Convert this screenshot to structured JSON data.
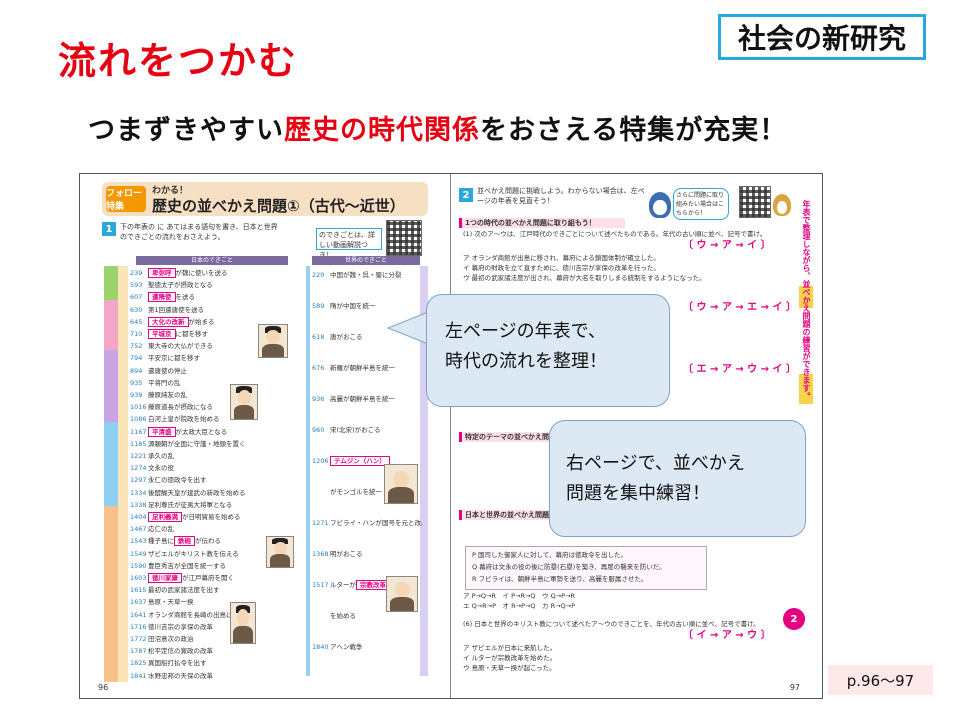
{
  "header": {
    "title": "流れをつかむ",
    "brand": "社会の新研究"
  },
  "subtitle": {
    "before": "つまずきやすい",
    "highlight": "歴史の時代関係",
    "after": "をおさえる特集が充実！"
  },
  "spread": {
    "left_page": {
      "badge": "フォロー特集",
      "kicker": "わかる！",
      "title": "歴史の並べかえ問題①（古代〜近世）",
      "section_number": "1",
      "intro": "下の年表の に あてはまる語句を書き、日本と世界のできごとの流れをおさえよう。",
      "note": "のできごとは、詳しい動画解説つき！",
      "col_japan": "日本のできごと",
      "col_world": "世界のできごと",
      "timeline": [
        {
          "year": "239",
          "text": "卑弥呼",
          "blank": true,
          "tail": "が魏に使いを送る"
        },
        {
          "year": "593",
          "text": "聖徳太子が摂政となる"
        },
        {
          "year": "607",
          "text": "遣隋使",
          "blank": true,
          "tail": "を送る"
        },
        {
          "year": "630",
          "text": "第1回遣唐使を送る"
        },
        {
          "year": "645",
          "text": "大化の改新",
          "blank": true,
          "tail": "が始まる"
        },
        {
          "year": "710",
          "text": "平城京",
          "blank": true,
          "tail": "に都を移す"
        },
        {
          "year": "752",
          "text": "東大寺の大仏ができる"
        },
        {
          "year": "794",
          "text": "平安京に都を移す"
        },
        {
          "year": "894",
          "text": "遣唐使の停止"
        },
        {
          "year": "935",
          "text": "平将門の乱"
        },
        {
          "year": "939",
          "text": "藤原純友の乱"
        },
        {
          "year": "1016",
          "text": "藤原道長が摂政になる"
        },
        {
          "year": "1086",
          "text": "白河上皇が院政を始める"
        },
        {
          "year": "1167",
          "text": "平清盛",
          "blank": true,
          "tail": "が太政大臣となる"
        },
        {
          "year": "1185",
          "text": "源頼朝が全国に守護・地頭を置く"
        },
        {
          "year": "1221",
          "text": "承久の乱"
        },
        {
          "year": "1274",
          "text": "文永の役"
        },
        {
          "year": "1297",
          "text": "永仁の徳政令を出す"
        },
        {
          "year": "1334",
          "text": "後醍醐天皇が建武の新政を始める"
        },
        {
          "year": "1338",
          "text": "足利尊氏が征夷大将軍となる"
        },
        {
          "year": "1404",
          "text": "足利義満",
          "blank": true,
          "tail": "が日明貿易を始める"
        },
        {
          "year": "1467",
          "text": "応仁の乱"
        },
        {
          "year": "1543",
          "text": "種子島に",
          "blank_word": "鉄砲",
          "tail": "が伝わる"
        },
        {
          "year": "1549",
          "text": "ザビエルがキリスト教を伝える"
        },
        {
          "year": "1590",
          "text": "豊臣秀吉が全国を統一する"
        },
        {
          "year": "1603",
          "text": "徳川家康",
          "blank": true,
          "tail": "が江戸幕府を開く"
        },
        {
          "year": "1615",
          "text": "最初の武家諸法度を出す"
        },
        {
          "year": "1637",
          "text": "島原・天草一揆"
        },
        {
          "year": "1641",
          "text": "オランダ商館を長崎の出島に移す"
        },
        {
          "year": "1716",
          "text": "徳川吉宗の享保の改革"
        },
        {
          "year": "1772",
          "text": "田沼意次の政治"
        },
        {
          "year": "1787",
          "text": "松平定信の寛政の改革"
        },
        {
          "year": "1825",
          "text": "異国船打払令を出す"
        },
        {
          "year": "1841",
          "text": "水野忠邦の天保の改革"
        }
      ],
      "world": [
        {
          "year": "220",
          "text": "中国が魏・呉・蜀に分裂"
        },
        {
          "year": "589",
          "text": "隋が中国を統一"
        },
        {
          "year": "618",
          "text": "唐がおこる"
        },
        {
          "year": "676",
          "text": "新羅が朝鮮半島を統一"
        },
        {
          "year": "936",
          "text": "高麗が朝鮮半島を統一"
        },
        {
          "year": "960",
          "text": "宋(北宋)がおこる"
        },
        {
          "year": "1206",
          "text": "テムジン（ハン）",
          "blank": true
        },
        {
          "year": "",
          "text": "がモンゴルを統一"
        },
        {
          "year": "1271",
          "text": "フビライ・ハンが国号を元と改める"
        },
        {
          "year": "1368",
          "text": "明がおこる"
        },
        {
          "year": "1517",
          "text": "ルターが",
          "blank_word": "宗教改革"
        },
        {
          "year": "",
          "text": "を始める"
        },
        {
          "year": "1840",
          "text": "アヘン戦争"
        }
      ],
      "page_number": "96"
    },
    "right_page": {
      "section_number": "2",
      "intro": "並べかえ問題に挑戦しよう。わからない場合は、左ページの年表を見直そう！",
      "hint": "さらに問題に取り組みたい場合はこちらから！",
      "side_text": "年表で整理しながら、並べかえ問題の練習ができます。",
      "sections": [
        "1つの時代の並べかえ問題に取り組もう！",
        "特定のテーマの並べかえ問題",
        "日本と世界の並べかえ問題"
      ],
      "q1": "(1) 次のア〜ウは、江戸時代のできごとについて述べたものである。年代の古い順に並べ、記号で書け。",
      "q1_items": [
        "ア オランダ商館が出島に移され、幕府による鎖国体制が確立した。",
        "イ 幕府の財政を立て直すために、徳川吉宗が享保の改革を行った。",
        "ウ 最初の武家諸法度が出され、幕府が大名を取りしまる統制をするようになった。"
      ],
      "answers": [
        "〔 ウ → ア → イ 〕",
        "〔 ウ → ア → エ → イ 〕",
        "〔 エ → ア → ウ → イ 〕",
        "〔 イ → ア → ウ 〕"
      ],
      "box_items": [
        "P 国司した御家人に対して、幕府は徳政令を出した。",
        "Q 幕府は文永の役の後に防塁(石塁)を築き、再度の襲来を防いだ。",
        "R フビライは、朝鮮半島に軍勢を送り、高麗を服属させた。"
      ],
      "choices": [
        "ア P→Q→R　イ P→R→Q　ウ Q→P→R",
        "エ Q→R→P　オ R→P→Q　カ R→Q→P"
      ],
      "q6": "(6) 日本と世界のキリスト教について述べたア〜ウのできごとを、年代の古い順に並べ、記号で書け。",
      "q6_items": [
        "ア ザビエルが日本に来航した。",
        "イ ルターが宗教改革を始めた。",
        "ウ 島原・天草一揆が起こった。"
      ],
      "circle_label": "2",
      "page_number": "97"
    }
  },
  "callouts": {
    "left": [
      "左ページの年表で、",
      "時代の流れを整理！"
    ],
    "right": [
      "右ページで、並べかえ",
      "問題を集中練習！"
    ]
  },
  "page_ref": "p.96〜97",
  "colors": {
    "title_red": "#e60012",
    "brand_border": "#2aa7dc",
    "callout_fill": "#dce8f3",
    "page_ref_fill": "#fde9e9",
    "blank_pink": "#e4007f"
  }
}
